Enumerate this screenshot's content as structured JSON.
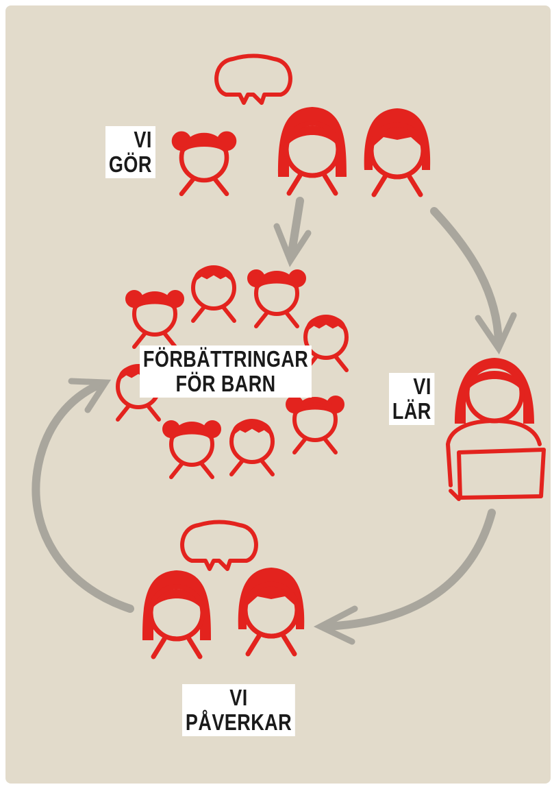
{
  "labels": {
    "vi_gor": {
      "line1": "VI",
      "line2": "GÖR"
    },
    "center": {
      "line1": "FÖRBÄTTRINGAR",
      "line2": "FÖR BARN"
    },
    "vi_lar": {
      "line1": "VI",
      "line2": "LÄR"
    },
    "vi_paverkar": {
      "line1": "VI",
      "line2": "PÅVERKAR"
    }
  },
  "colors": {
    "background": "#e2dbcb",
    "figures": "#e3231e",
    "arrows": "#a9a69d",
    "label_bg": "#ffffff",
    "label_text": "#1a1a1a"
  }
}
